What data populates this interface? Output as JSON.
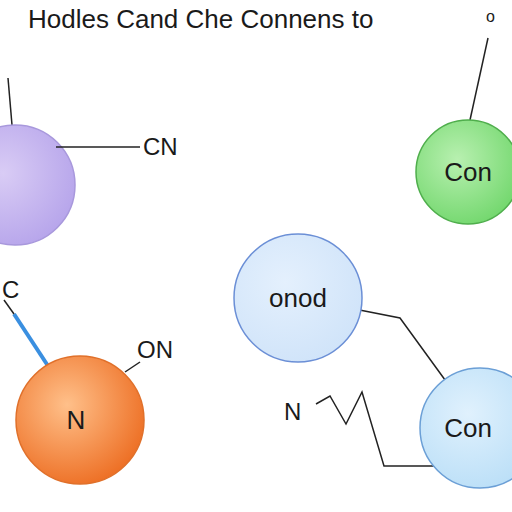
{
  "diagram": {
    "title": "Hodles Cand Che Connens to",
    "nodes": [
      {
        "text": [
          "Con"
        ]
      },
      {
        "text": [
          "onod"
        ]
      },
      {
        "text": [
          "Con"
        ]
      },
      {
        "text": [
          "N"
        ]
      }
    ],
    "edges": [
      {
        "from": 1,
        "to": 2,
        "arrow": "none"
      }
    ],
    "labels": [
      "CN",
      "o",
      "C",
      "ON",
      "N"
    ]
  }
}
